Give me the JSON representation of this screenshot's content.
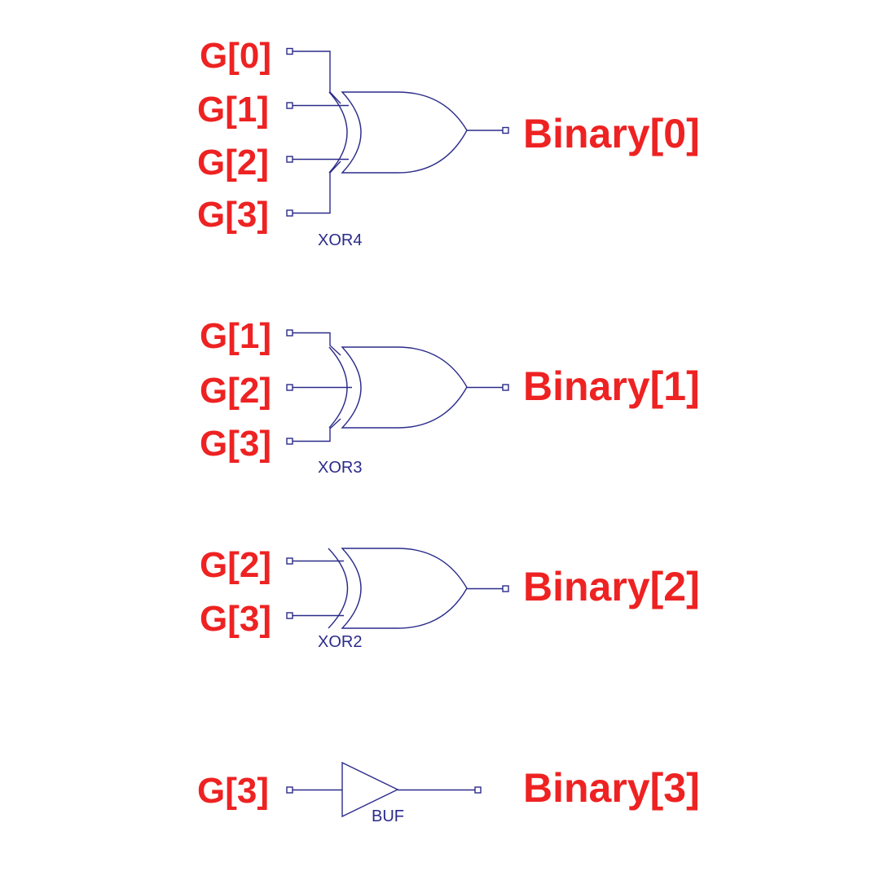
{
  "colors": {
    "label": "#ee2222",
    "wire": "#2b2b8a",
    "background": "#ffffff"
  },
  "gates": [
    {
      "type": "XOR4",
      "inputs": [
        "G[0]",
        "G[1]",
        "G[2]",
        "G[3]"
      ],
      "output": "Binary[0]"
    },
    {
      "type": "XOR3",
      "inputs": [
        "G[1]",
        "G[2]",
        "G[3]"
      ],
      "output": "Binary[1]"
    },
    {
      "type": "XOR2",
      "inputs": [
        "G[2]",
        "G[3]"
      ],
      "output": "Binary[2]"
    },
    {
      "type": "BUF",
      "inputs": [
        "G[3]"
      ],
      "output": "Binary[3]"
    }
  ]
}
